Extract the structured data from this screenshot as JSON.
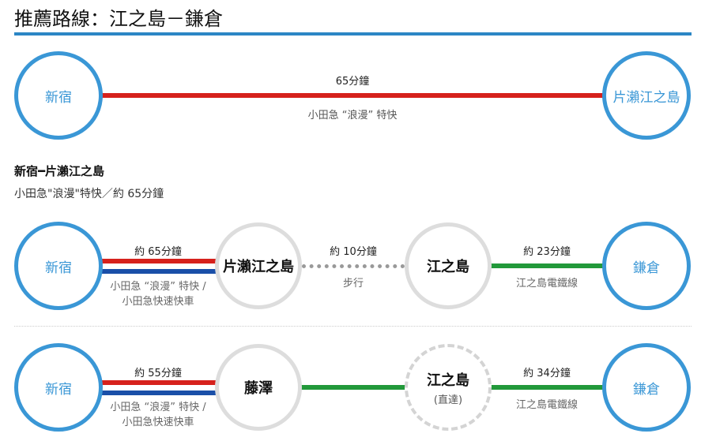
{
  "title": "推薦路線：江之島－鎌倉",
  "overview": {
    "from": "新宿",
    "to": "片瀨江之島",
    "time": "65分鐘",
    "line": "小田急 “浪漫” 特快"
  },
  "section": {
    "heading": "新宿━片瀨江之島",
    "desc": "小田急\"浪漫\"特快／約  65分鐘"
  },
  "route1": {
    "start": "新宿",
    "stop1": "片瀨江之島",
    "stop2": "江之島",
    "end": "鎌倉",
    "seg1_time": "約  65分鐘",
    "seg1_line1": "小田急 “浪漫” 特快  /",
    "seg1_line2": "小田急快速快車",
    "seg2_time": "約  10分鐘",
    "seg2_line": "步行",
    "seg3_time": "約  23分鐘",
    "seg3_line": "江之島電鐵線"
  },
  "route2": {
    "start": "新宿",
    "stop1": "藤澤",
    "stop2": "江之島",
    "stop2_note": "(直達)",
    "end": "鎌倉",
    "seg1_time": "約  55分鐘",
    "seg1_line1": "小田急 “浪漫” 特快  /",
    "seg1_line2": "小田急快速快車",
    "seg3_time": "約  34分鐘",
    "seg3_line": "江之島電鐵線"
  },
  "colors": {
    "accent": "#3a97d6",
    "odakyu_red": "#d6211c",
    "odakyu_blue": "#1a4fa8",
    "enoden_green": "#22993a"
  }
}
